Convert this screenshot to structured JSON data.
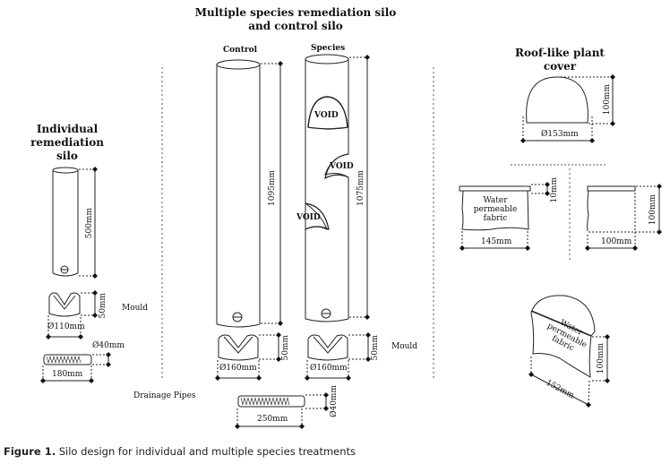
{
  "titles": {
    "multiple": [
      "Multiple species remediation silo",
      "and control silo"
    ],
    "individual": [
      "Individual remediation",
      "silo"
    ],
    "roof": "Roof-like plant cover"
  },
  "individual": {
    "silo_height": "500mm",
    "mould_height": "50mm",
    "mould_label": "Mould",
    "mould_diameter": "Ø110mm",
    "pipe_diameter": "Ø40mm",
    "pipe_length": "180mm"
  },
  "multiple": {
    "control_label": "Control",
    "species_label": "Species",
    "control_height": "1095mm",
    "species_height": "1075mm",
    "void_label": "VOID",
    "mould_height": "50mm",
    "mould_diameter": "Ø160mm",
    "mould_label": "Mould",
    "drainage_label": "Drainage Pipes",
    "pipe_length": "250mm",
    "pipe_diameter": "Ø40mm"
  },
  "roof": {
    "cover_height": "100mm",
    "cover_diameter": "Ø153mm",
    "fabric_label": [
      "Water",
      "permeable",
      "fabric"
    ],
    "rim_height": "10mm",
    "fabric_width": "145mm",
    "side_height": "100mm",
    "side_width": "100mm",
    "iso_height": "100mm",
    "iso_width": "152mm"
  },
  "caption": {
    "label": "Figure 1.",
    "text": " Silo design for individual and multiple species treatments"
  }
}
